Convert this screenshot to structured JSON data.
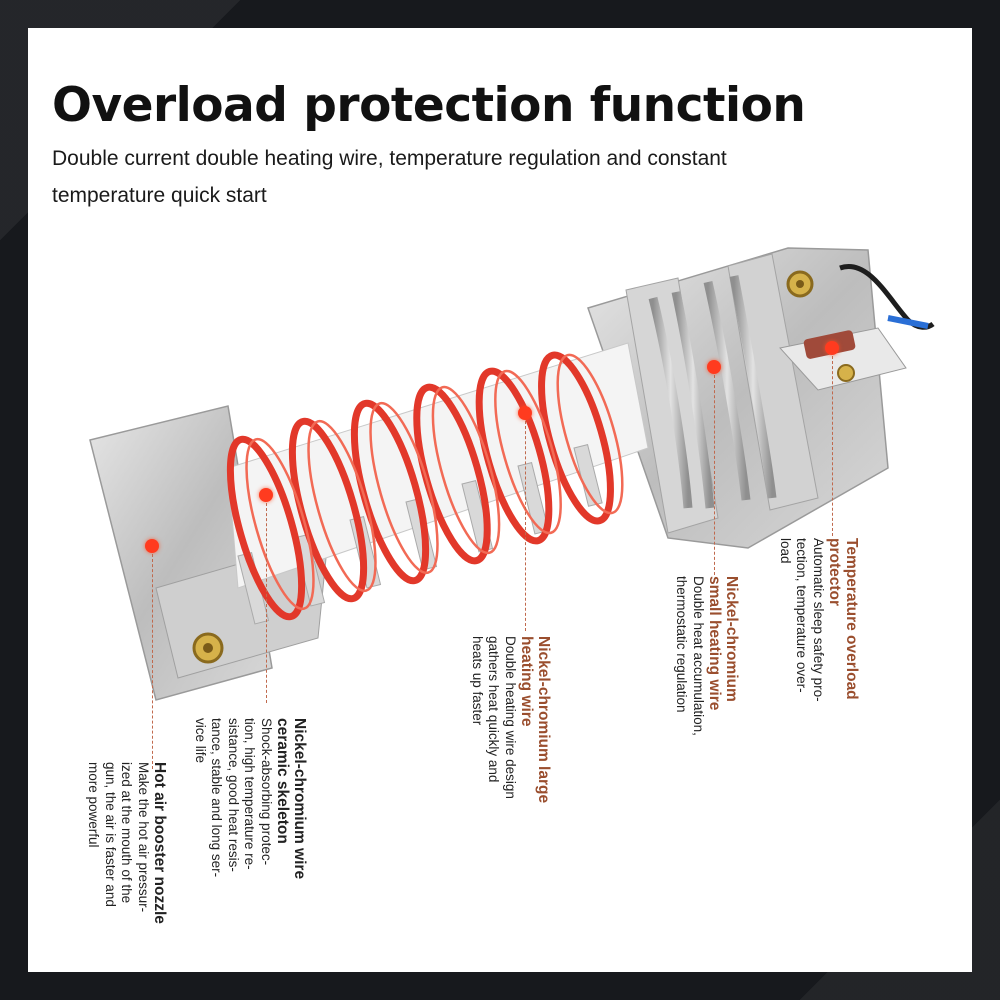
{
  "heading": {
    "title": "Overload protection function",
    "subtitle": "Double current double heating wire, temperature regulation and constant temperature quick start"
  },
  "callouts": {
    "nozzle": {
      "title": "Hot air booster nozzle",
      "desc": "Make the hot air pressur-\nized at the mouth of the\ngun, the air is faster and\nmore powerful"
    },
    "skeleton": {
      "title": "Nickel-chromium wire\nceramic skeleton",
      "desc": "Shock-absorbing protec-\ntion, high temperature re-\nsistance, good heat resis-\ntance, stable and long ser-\nvice life"
    },
    "large_wire": {
      "title": "Nickel-chromium large\nheating wire",
      "desc": "Double heating wire design\ngathers heat quickly and\nheats up faster"
    },
    "small_wire": {
      "title": "Nickel-chromium\nsmall heating wire",
      "desc": "Double heat accumulation,\nthermostatic regulation"
    },
    "protector": {
      "title": "Temperature overload\nprotector",
      "desc": "Automatic sleep safety pro-\ntection, temperature over-\nload"
    }
  },
  "colors": {
    "accent_text": "#9a4e2e",
    "coil": "#e2382a",
    "marker": "#ff3b1f",
    "metal": "#c9c9c9"
  }
}
